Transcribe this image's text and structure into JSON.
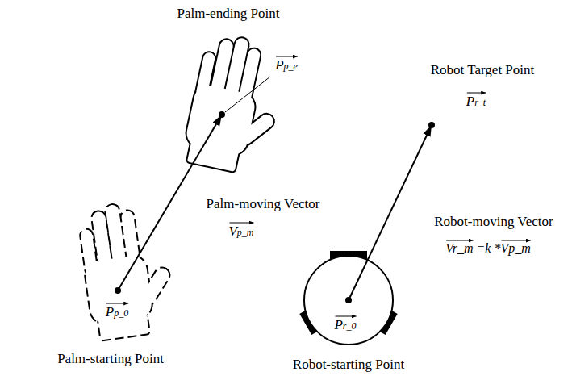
{
  "diagram": {
    "labels": [
      "Palm-ending Point",
      "Pp_e",
      "Robot Target Point",
      "Pr_t",
      "Palm-moving Vector",
      "Vp_m",
      "Robot-moving Vector",
      "Vr_m =k *Vp_m",
      "Pp_0",
      "Pr_0",
      "Palm-starting Point",
      "Robot-starting Point"
    ]
  }
}
